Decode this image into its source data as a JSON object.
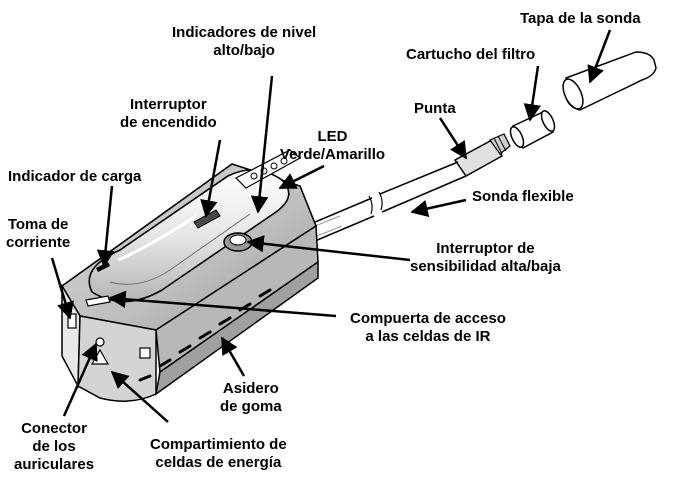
{
  "labels": {
    "tapa_sonda": "Tapa de la sonda",
    "cartucho_filtro": "Cartucho del filtro",
    "indicadores_nivel": [
      "Indicadores de nivel",
      "alto/bajo"
    ],
    "punta": "Punta",
    "interruptor_encendido": [
      "Interruptor",
      "de encendido"
    ],
    "led": [
      "LED",
      "Verde/Amarillo"
    ],
    "indicador_carga": "Indicador de carga",
    "sonda_flexible": "Sonda flexible",
    "toma_corriente": [
      "Toma de",
      "corriente"
    ],
    "interruptor_sensibilidad": [
      "Interruptor de",
      "sensibilidad alta/baja"
    ],
    "compuerta_acceso": [
      "Compuerta de acceso",
      "a las celdas de IR"
    ],
    "asidero_goma": [
      "Asidero",
      "de goma"
    ],
    "conector_auriculares": [
      "Conector",
      "de los",
      "auriculares"
    ],
    "compartimiento_celdas": [
      "Compartimiento de",
      "celdas de energía"
    ]
  },
  "colors": {
    "line": "#000000",
    "body_light": "#f2f2f2",
    "body_mid": "#cfcfcf",
    "body_dark": "#8a8a8a"
  }
}
